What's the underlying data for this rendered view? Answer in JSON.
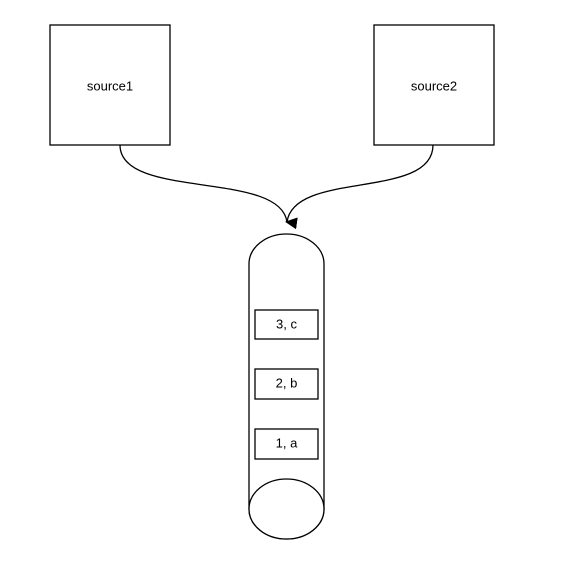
{
  "diagram": {
    "sources": [
      {
        "label": "source1"
      },
      {
        "label": "source2"
      }
    ],
    "queue": {
      "items": [
        {
          "label": "3, c"
        },
        {
          "label": "2, b"
        },
        {
          "label": "1, a"
        }
      ]
    },
    "colors": {
      "stroke": "#000000",
      "fill": "#ffffff",
      "text": "#000000"
    }
  }
}
